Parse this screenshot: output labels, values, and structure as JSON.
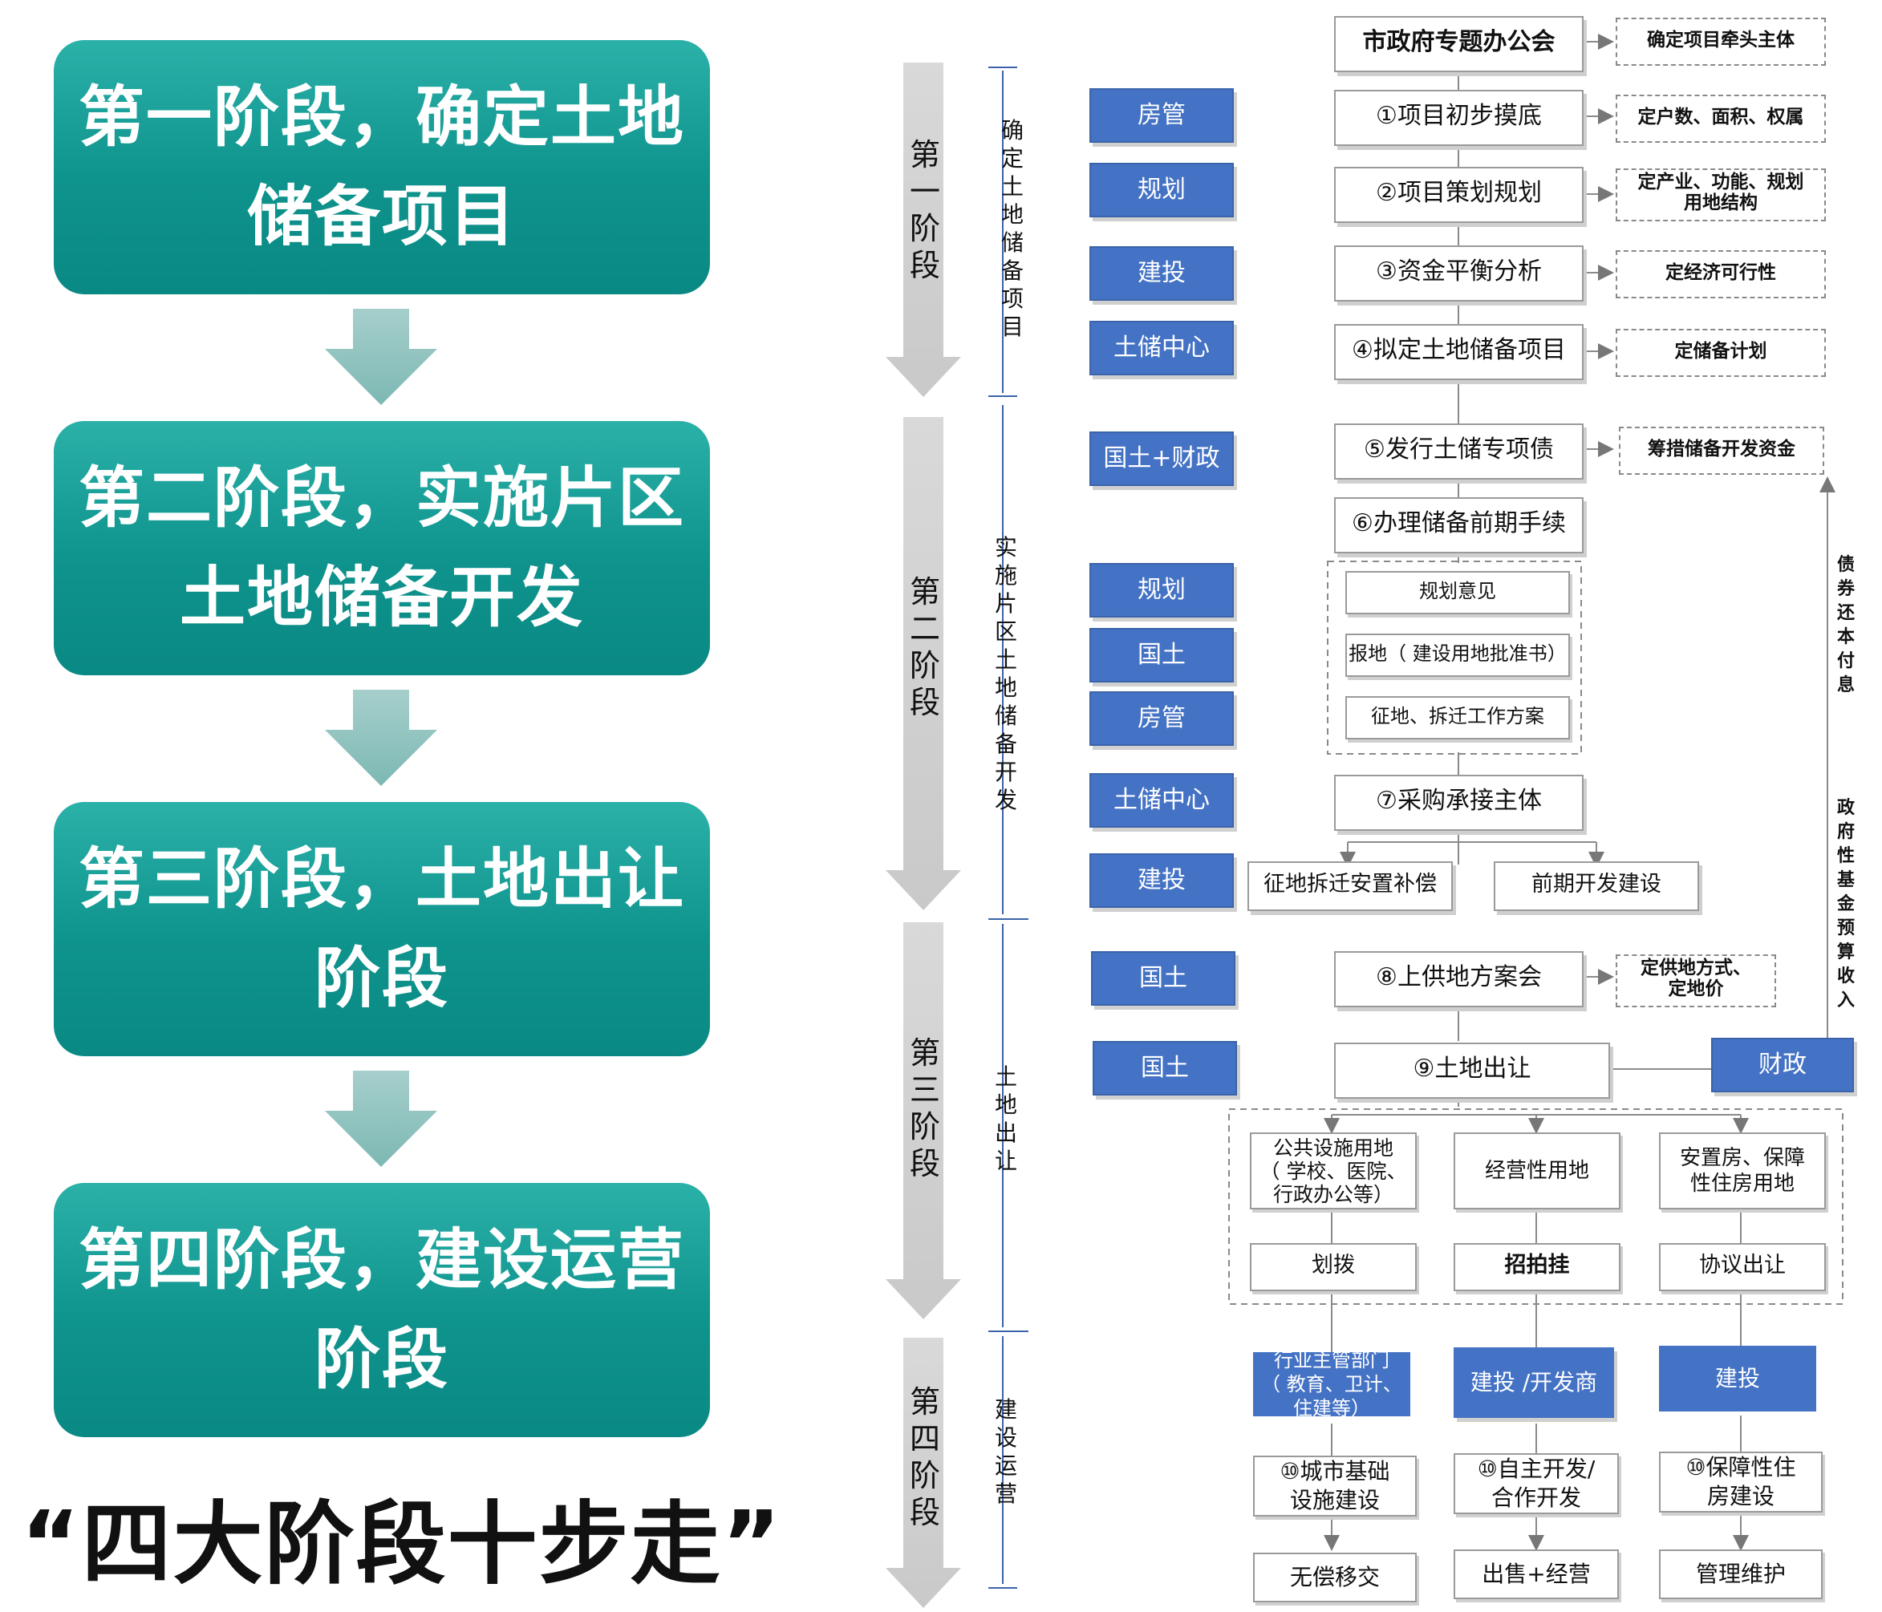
{
  "left": {
    "stages": [
      {
        "line1": "第一阶段，确定土地",
        "line2": "储备项目"
      },
      {
        "line1": "第二阶段，实施片区",
        "line2": "土地储备开发"
      },
      {
        "line1": "第三阶段，土地出让",
        "line2": "阶段"
      },
      {
        "line1": "第四阶段，建设运营",
        "line2": "阶段"
      }
    ],
    "slogan": "“四大阶段十步走”"
  },
  "right": {
    "stage_cols": [
      {
        "chars": [
          "第",
          "一",
          "阶",
          "段"
        ],
        "desc": [
          "确",
          "定",
          "土",
          "地",
          "储",
          "备",
          "项",
          "目"
        ]
      },
      {
        "chars": [
          "第",
          "二",
          "阶",
          "段"
        ],
        "desc": [
          "实",
          "施",
          "片",
          "区",
          "土",
          "地",
          "储",
          "备",
          "开",
          "发"
        ]
      },
      {
        "chars": [
          "第",
          "三",
          "阶",
          "段"
        ],
        "desc": [
          "土",
          "地",
          "出",
          "让"
        ]
      },
      {
        "chars": [
          "第",
          "四",
          "阶",
          "段"
        ],
        "desc": [
          "建",
          "设",
          "运",
          "营"
        ]
      }
    ],
    "depts": [
      "房管",
      "规划",
      "建投",
      "土储中心",
      "国土+财政",
      "规划",
      "国土",
      "房管",
      "土储中心",
      "建投",
      "国土",
      "国土",
      "财政"
    ],
    "steps": {
      "top": "市政府专题办公会",
      "s1": "①项目初步摸底",
      "s2": "②项目策划规划",
      "s3": "③资金平衡分析",
      "s4": "④拟定土地储备项目",
      "s5": "⑤发行土储专项债",
      "s6": "⑥办理储备前期手续",
      "s7": "⑦采购承接主体",
      "s8": "⑧上供地方案会",
      "s9": "⑨土地出让"
    },
    "notes": {
      "n0": "确定项目牵头主体",
      "n1": "定户数、面积、权属",
      "n2a": "定产业、功能、规划",
      "n2b": "用地结构",
      "n3": "定经济可行性",
      "n4": "定储备计划",
      "n5": "筹措储备开发资金",
      "n8a": "定供地方式、",
      "n8b": "定地价"
    },
    "sub_steps": [
      "规划意见",
      "报地（ 建设用地批准书）",
      "征地、拆迁工作方案"
    ],
    "split": [
      "征地拆迁安置补偿",
      "前期开发建设"
    ],
    "land_types": [
      {
        "lines": [
          "公共设施用地",
          "（ 学校、医院、",
          "行政办公等）"
        ]
      },
      {
        "lines": [
          "经营性用地"
        ]
      },
      {
        "lines": [
          "安置房、保障",
          "性住房用地"
        ]
      }
    ],
    "methods": [
      "划拨",
      "招拍挂",
      "协议出让"
    ],
    "operators": [
      {
        "lines": [
          "行业主管部门",
          "（ 教育、卫计、",
          "住建等）"
        ]
      },
      {
        "lines": [
          "建投 /开发商"
        ]
      },
      {
        "lines": [
          "建投"
        ]
      }
    ],
    "step10": [
      {
        "lines": [
          "⑩城市基础",
          "设施建设"
        ]
      },
      {
        "lines": [
          "⑩自主开发/",
          "合作开发"
        ]
      },
      {
        "lines": [
          "⑩保障性住",
          "房建设"
        ]
      }
    ],
    "finals": [
      "无偿移交",
      "出售+经营",
      "管理维护"
    ],
    "side_labels": {
      "repay": [
        "债",
        "券",
        "还",
        "本",
        "付",
        "息"
      ],
      "income": [
        "政",
        "府",
        "性",
        "基",
        "金",
        "预",
        "算",
        "收",
        "入"
      ]
    }
  }
}
